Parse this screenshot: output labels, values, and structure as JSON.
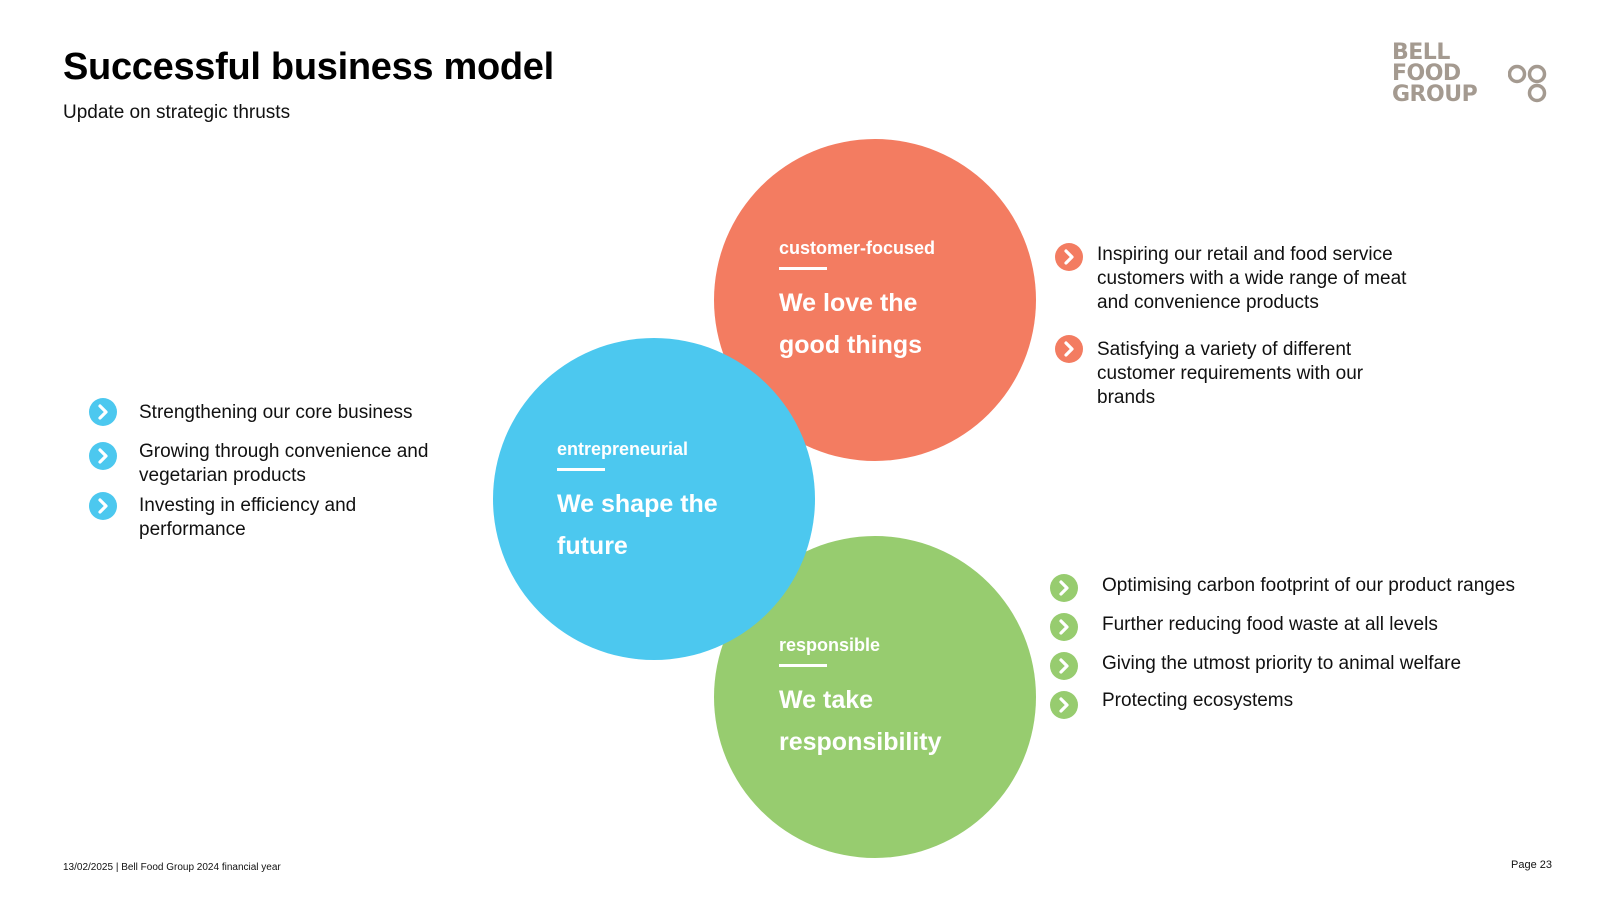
{
  "header": {
    "title": "Successful business model",
    "subtitle": "Update on strategic thrusts"
  },
  "logo": {
    "lines": [
      "BELL",
      "FOOD",
      "GROUP"
    ],
    "color": "#a49a90"
  },
  "circles": {
    "customer": {
      "label": "customer-focused",
      "line1": "We love the",
      "line2": "good things",
      "color": "#f37c61"
    },
    "entrepreneurial": {
      "label": "entrepreneurial",
      "line1": "We shape the",
      "line2": "future",
      "color": "#4cc8ef"
    },
    "responsible": {
      "label": "responsible",
      "line1": "We take",
      "line2": "responsibility",
      "color": "#97cc6f"
    }
  },
  "left_bullets": [
    {
      "line1": "Strengthening our core business",
      "line2": ""
    },
    {
      "line1": "Growing through convenience and",
      "line2": "vegetarian products"
    },
    {
      "line1": "Investing in efficiency and",
      "line2": "performance"
    }
  ],
  "right_top_bullets": [
    {
      "line1": "Inspiring our retail and food service",
      "line2": "customers with a wide range of meat",
      "line3": "and convenience products"
    },
    {
      "line1": "Satisfying a variety of different",
      "line2": "customer requirements with our",
      "line3": "brands"
    }
  ],
  "right_bottom_bullets": [
    {
      "text": "Optimising carbon footprint of our product ranges"
    },
    {
      "text": "Further reducing food waste at all levels"
    },
    {
      "text": "Giving the utmost priority to animal welfare"
    },
    {
      "text": "Protecting ecosystems"
    }
  ],
  "footer": {
    "left": "13/02/2025  | Bell Food Group 2024 financial year",
    "page": "Page 23"
  }
}
